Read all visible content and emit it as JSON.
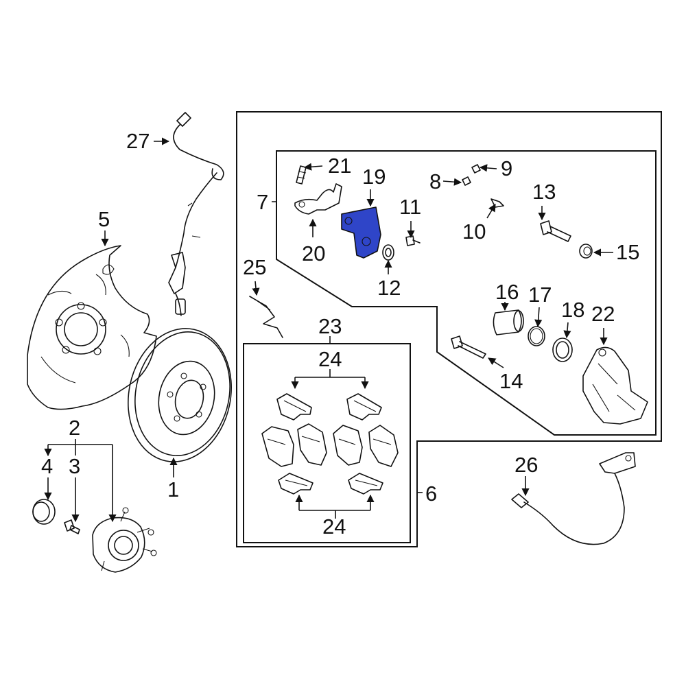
{
  "diagram": {
    "highlight_color": "#2f45c8",
    "line_color": "#111111",
    "background": "#ffffff",
    "highlighted_part": "19",
    "callouts": {
      "c1": "1",
      "c2": "2",
      "c3": "3",
      "c4": "4",
      "c5": "5",
      "c6": "6",
      "c7": "7",
      "c8": "8",
      "c9": "9",
      "c10": "10",
      "c11": "11",
      "c12": "12",
      "c13": "13",
      "c14": "14",
      "c15": "15",
      "c16": "16",
      "c17": "17",
      "c18": "18",
      "c19": "19",
      "c20": "20",
      "c21": "21",
      "c22": "22",
      "c23": "23",
      "c24a": "24",
      "c24b": "24",
      "c25": "25",
      "c26": "26",
      "c27": "27"
    }
  }
}
